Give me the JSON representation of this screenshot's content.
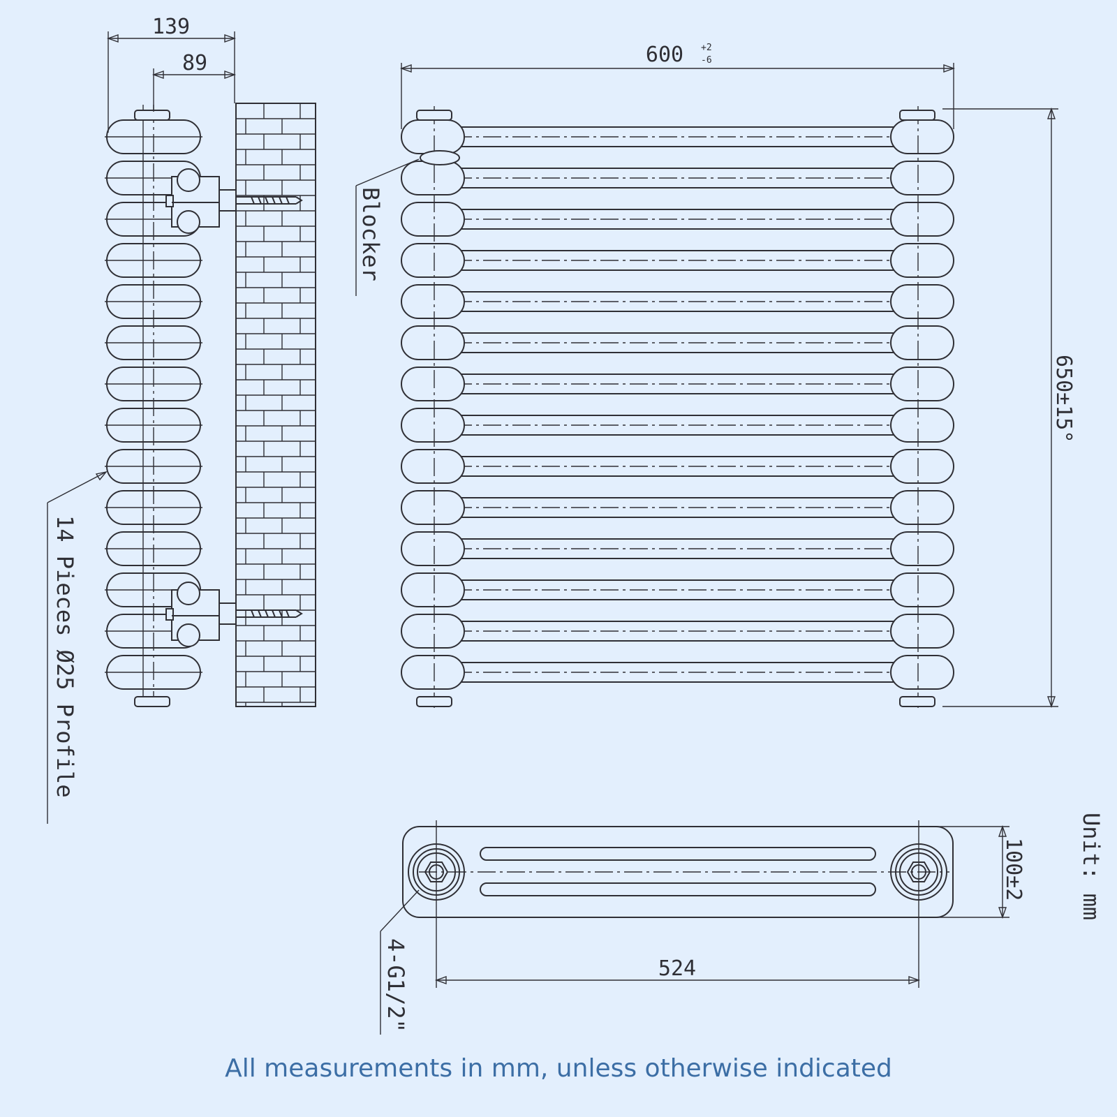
{
  "drawing": {
    "dims": {
      "depth_total": "139",
      "depth_to_center": "89",
      "width": "600",
      "width_tol_upper": "+2",
      "width_tol_lower": "-6",
      "height": "650±15°",
      "bottom_depth": "100±2",
      "pipe_centers": "524"
    },
    "labels": {
      "blocker": "Blocker",
      "pieces": "14 Pieces Ø25 Profile",
      "connections": "4-G1/2\"",
      "unit": "Unit: mm"
    },
    "tube_count": 14
  },
  "footer": {
    "note": "All measurements in mm, unless otherwise indicated"
  }
}
